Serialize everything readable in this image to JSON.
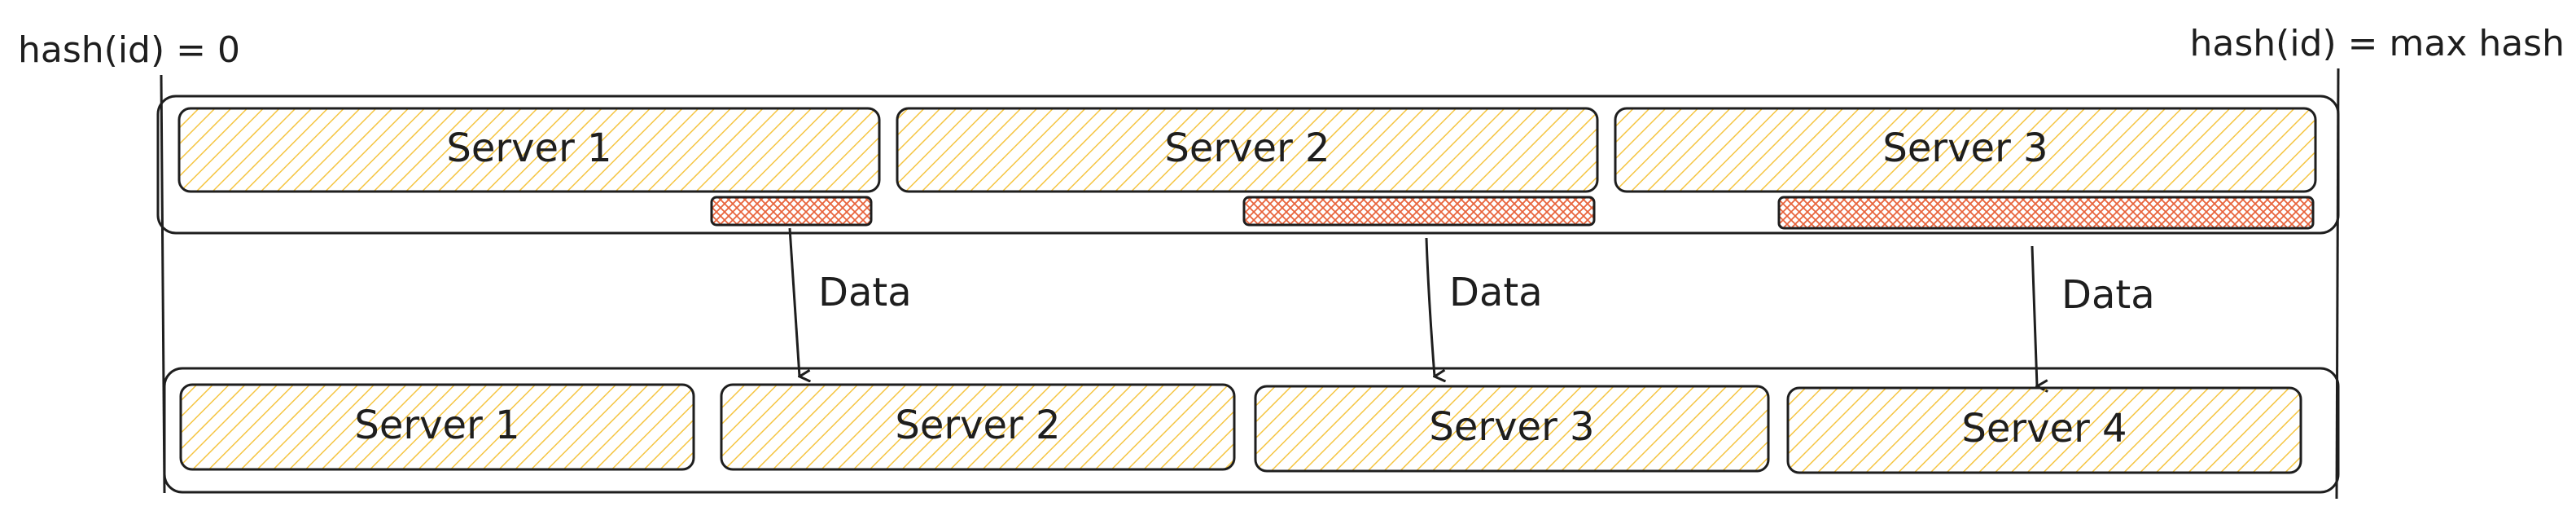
{
  "labels": {
    "hash_min": "hash(id) = 0",
    "hash_max": "hash(id) = max hash"
  },
  "before": {
    "servers": [
      "Server 1",
      "Server 2",
      "Server 3"
    ]
  },
  "after": {
    "servers": [
      "Server 1",
      "Server 2",
      "Server 3",
      "Server 4"
    ]
  },
  "arrows": [
    "Data",
    "Data",
    "Data"
  ],
  "colors": {
    "server_fill": "#f5c542",
    "migration_fill": "#e8643c",
    "stroke": "#1e1e1e"
  }
}
